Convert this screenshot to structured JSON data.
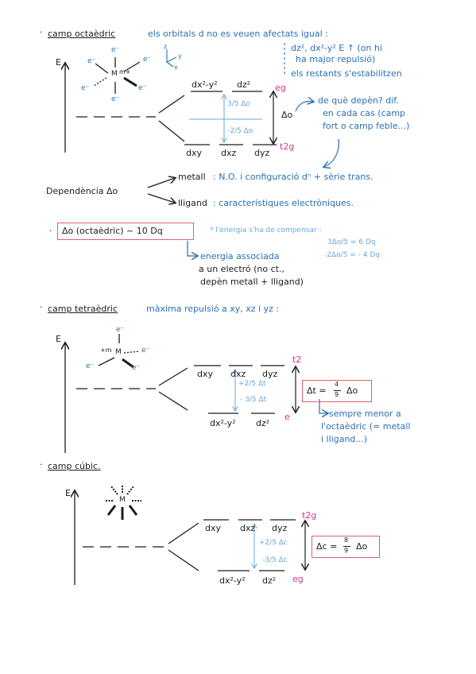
{
  "octahedral": {
    "heading": "camp octaèdric",
    "subtitle": "els orbitals d no es veuen afectats igual :",
    "note1": "dz², dx²-y² E ↑ (on hi",
    "note2": "ha major repulsió)",
    "note3": "els restants s'estabilitzen",
    "axis_e": "E",
    "axes_z": "z",
    "axes_y": "y",
    "axes_x": "x",
    "ligand": "e⁻",
    "metal": "M",
    "metal_charge": "m+",
    "upper_orbitals": [
      "dx²-y²",
      "dz²"
    ],
    "lower_orbitals": [
      "dxy",
      "dxz",
      "dyz"
    ],
    "upper_label": "eg",
    "lower_label": "t2g",
    "delta": "Δo",
    "up_energy": "3/5 Δo",
    "down_energy": "-2/5 Δo",
    "question1": "de què depèn? dif.",
    "question2": "en cada cas (camp",
    "question3": "fort o camp feble...)"
  },
  "dependence": {
    "label": "Dependència Δo",
    "metal": "metall",
    "metal_detail": ": N.O. i configuració dⁿ + sèrie trans.",
    "ligand": "lligand",
    "ligand_detail": ": característiques electròniques."
  },
  "energy": {
    "boxed": "Δo (octaèdric) ~ 10 Dq",
    "note": "* l'energia s'ha de compensar :",
    "eq1": "3Δo/5 = 6 Dq",
    "eq2": "-2Δo/5 = - 4 Dq",
    "assoc1": "energia associada",
    "assoc2": "a un electró (no ct.,",
    "assoc3": "depèn metall + lligand)"
  },
  "tetrahedral": {
    "heading": "camp tetraèdric",
    "subtitle": "màxima repulsió a xy, xz i yz :",
    "axis_e": "E",
    "ligand": "e⁻",
    "metal": "M",
    "metal_charge": "+m",
    "upper_orbitals": [
      "dxy",
      "dxz",
      "dyz"
    ],
    "lower_orbitals": [
      "dx²-y²",
      "dz²"
    ],
    "upper_label": "t2",
    "lower_label": "e",
    "up_energy": "+2/5 Δt",
    "down_energy": "- 3/5 Δt",
    "delta_eq_lhs": "Δt =",
    "delta_eq_num": "4",
    "delta_eq_den": "9",
    "delta_eq_rhs": "Δo",
    "note1": "sempre menor a",
    "note2": "l'octaèdric (= metall",
    "note3": "i lligand...)"
  },
  "cubic": {
    "heading": "camp cúbic.",
    "axis_e": "E",
    "metal": "M",
    "upper_orbitals": [
      "dxy",
      "dxz",
      "dyz"
    ],
    "lower_orbitals": [
      "dx²-y²",
      "dz²"
    ],
    "upper_label": "t2g",
    "lower_label": "eg",
    "up_energy": "+2/5 Δc",
    "down_energy": "-3/5 Δc",
    "delta_eq_lhs": "Δc =",
    "delta_eq_num": "8",
    "delta_eq_den": "9",
    "delta_eq_rhs": "Δo"
  },
  "colors": {
    "ink": "#1c1c1c",
    "blue": "#2a6fb3",
    "light_blue": "#6aa6d8",
    "pink": "#d8358a",
    "box": "#e0606a"
  }
}
